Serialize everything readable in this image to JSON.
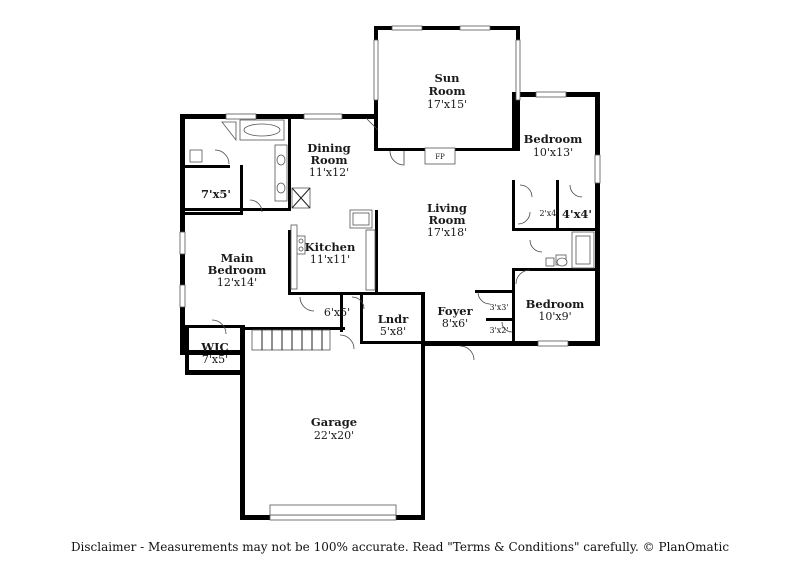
{
  "rooms": {
    "sun_room": {
      "name_line1": "Sun",
      "name_line2": "Room",
      "dims": "17'x15'"
    },
    "dining_room": {
      "name_line1": "Dining",
      "name_line2": "Room",
      "dims": "11'x12'"
    },
    "bedroom_ne": {
      "name": "Bedroom",
      "dims": "10'x13'"
    },
    "closet_4x4": {
      "dims": "4'x4'"
    },
    "closet_2x4": {
      "dims": "2'x4'"
    },
    "living_room": {
      "name_line1": "Living",
      "name_line2": "Room",
      "dims": "17'x18'"
    },
    "closet_7x5": {
      "dims": "7'x5'"
    },
    "kitchen": {
      "name": "Kitchen",
      "dims": "11'x11'"
    },
    "main_bedroom": {
      "name_line1": "Main",
      "name_line2": "Bedroom",
      "dims": "12'x14'"
    },
    "hall_6x5": {
      "dims": "6'x5'"
    },
    "laundry": {
      "name": "Lndr",
      "dims": "5'x8'"
    },
    "foyer": {
      "name": "Foyer",
      "dims": "8'x6'"
    },
    "closet_3x3": {
      "dims": "3'x3'"
    },
    "closet_3x2": {
      "dims": "3'x2'"
    },
    "bedroom_se": {
      "name": "Bedroom",
      "dims": "10'x9'"
    },
    "wic": {
      "name": "WIC",
      "dims": "7'x5'"
    },
    "garage": {
      "name": "Garage",
      "dims": "22'x20'"
    }
  },
  "fireplace_label": "FP",
  "disclaimer": "Disclaimer - Measurements may not be 100% accurate. Read \"Terms & Conditions\" carefully. © PlanOmatic"
}
